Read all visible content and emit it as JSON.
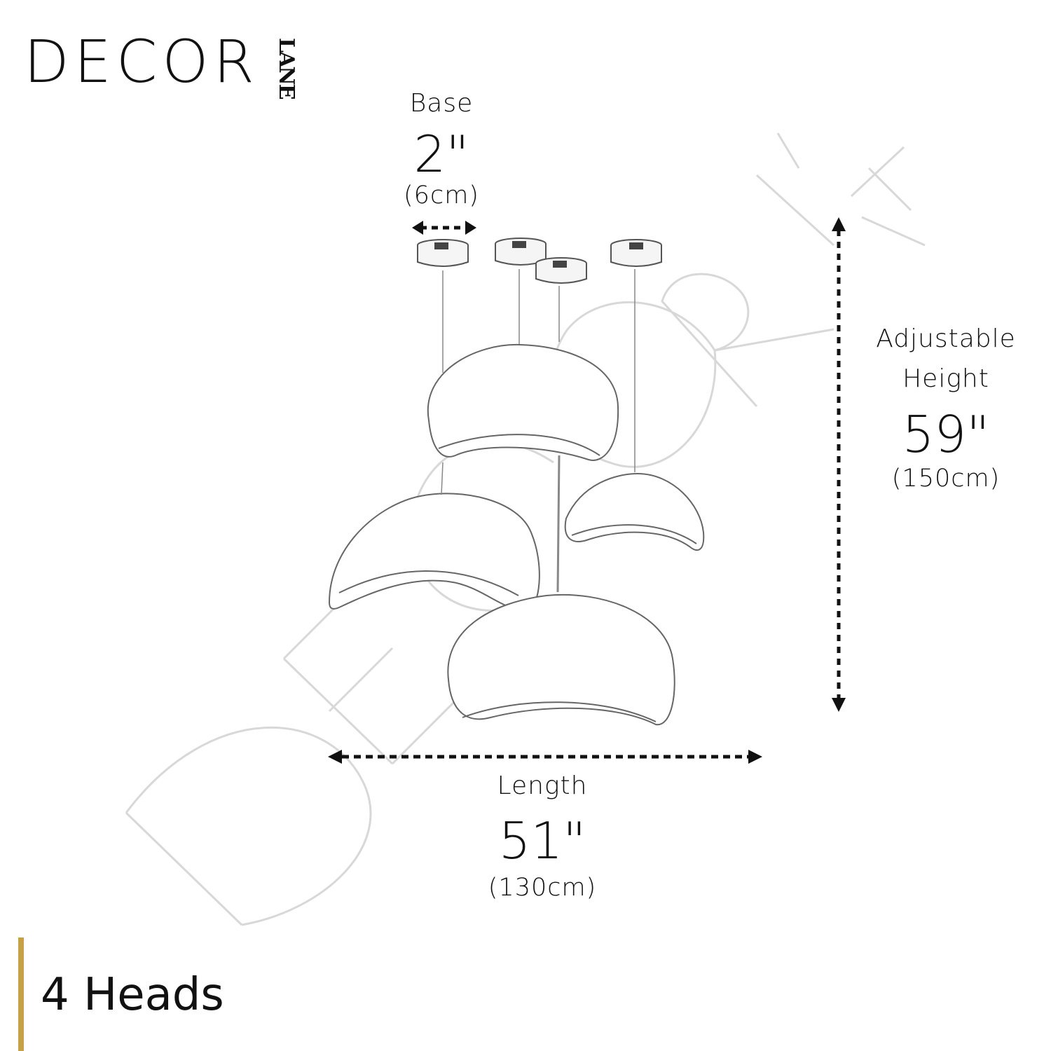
{
  "brand": {
    "logo_word": "DECOR",
    "logo_sub": "LANE",
    "watermark": "DECOR LANE",
    "accent_color": "#c9a04a"
  },
  "dimensions": {
    "base": {
      "label": "Base",
      "value": "2\"",
      "metric": "(6cm)"
    },
    "height": {
      "label_line1": "Adjustable",
      "label_line2": "Height",
      "value": "59\"",
      "metric": "(150cm)"
    },
    "length": {
      "label": "Length",
      "value": "51\"",
      "metric": "(130cm)"
    }
  },
  "product": {
    "heads_caption": "4 Heads",
    "heads_count": 4
  },
  "icons": [
    "double-arrow-icon",
    "ceiling-canopy-icon",
    "pendant-shade-icon"
  ]
}
